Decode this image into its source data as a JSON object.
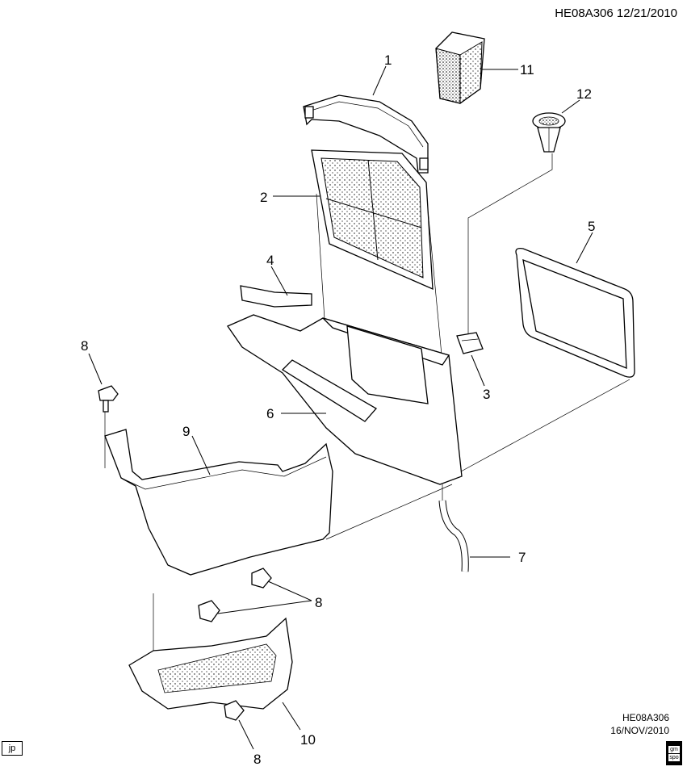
{
  "header": {
    "drawing_id": "HE08A306",
    "date": "12/21/2010"
  },
  "footer": {
    "drawing_id": "HE08A306",
    "date": "16/NOV/2010",
    "jp_label": "jp",
    "logo_text": [
      "gm",
      "spo"
    ]
  },
  "callouts": {
    "c1": "1",
    "c2": "2",
    "c3": "3",
    "c4": "4",
    "c5": "5",
    "c6": "6",
    "c7": "7",
    "c8a": "8",
    "c8b": "8",
    "c8c": "8",
    "c9": "9",
    "c10": "10",
    "c11": "11",
    "c12": "12"
  },
  "colors": {
    "line": "#000000",
    "background": "#ffffff"
  }
}
